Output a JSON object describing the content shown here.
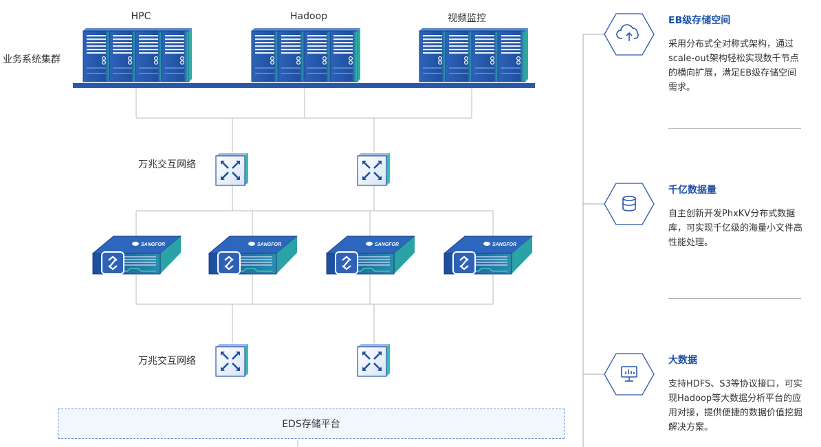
{
  "topology": {
    "cluster_label": "业务系统集群",
    "groups": [
      {
        "label": "HPC"
      },
      {
        "label": "Hadoop"
      },
      {
        "label": "视频监控"
      }
    ],
    "switch_layer_label": "万兆交互网络",
    "switch_layer_label_2": "万兆交互网络",
    "appliance_brand": "SANGFOR",
    "platform_label": "EDS存储平台"
  },
  "features": [
    {
      "icon": "cloud-upload-icon",
      "title": "EB级存储空间",
      "desc": "采用分布式全对称式架构，通过scale-out架构轻松实现数千节点的横向扩展，满足EB级存储空间需求。"
    },
    {
      "icon": "database-icon",
      "title": "千亿数据量",
      "desc": "自主创新开发PhxKV分布式数据库，可实现千亿级的海量小文件高性能处理。"
    },
    {
      "icon": "monitor-chart-icon",
      "title": "大数据",
      "desc": "支持HDFS、S3等协议接口，可实现Hadoop等大数据分析平台的应用对接，提供便捷的数据价值挖掘解决方案。"
    }
  ],
  "colors": {
    "accent": "#1d4fa5",
    "server": "#2a5fb4",
    "teal": "#37c2b0",
    "line": "#bbbbbb"
  }
}
